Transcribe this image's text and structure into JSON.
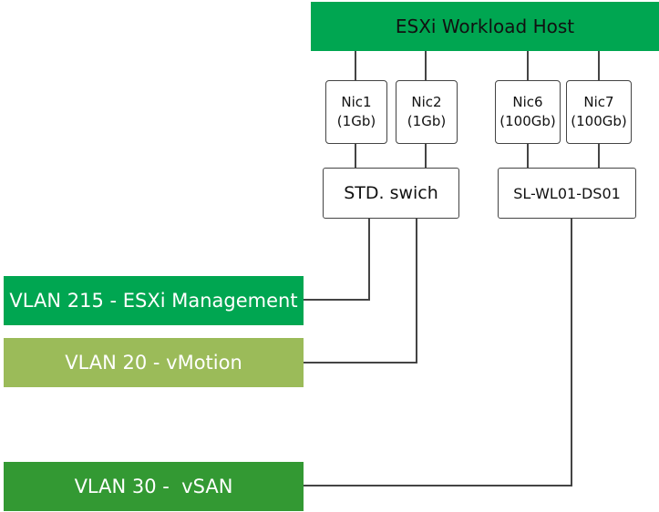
{
  "host": {
    "label": "ESXi Workload Host"
  },
  "nics": [
    {
      "name": "Nic1",
      "speed": "(1Gb)"
    },
    {
      "name": "Nic2",
      "speed": "(1Gb)"
    },
    {
      "name": "Nic6",
      "speed": "(100Gb)"
    },
    {
      "name": "Nic7",
      "speed": "(100Gb)"
    }
  ],
  "switches": {
    "standard": {
      "label": "STD. swich"
    },
    "distributed": {
      "label": "SL-WL01-DS01"
    }
  },
  "vlans": [
    {
      "label": "VLAN 215 - ESXi Management"
    },
    {
      "label": "VLAN 20 - vMotion"
    },
    {
      "label": "VLAN 30 -  vSAN"
    }
  ],
  "colors": {
    "host": "#00a651",
    "vlan_management": "#00a651",
    "vlan_vmotion": "#9bbb59",
    "vlan_vsan": "#339933",
    "connector": "#444444"
  }
}
